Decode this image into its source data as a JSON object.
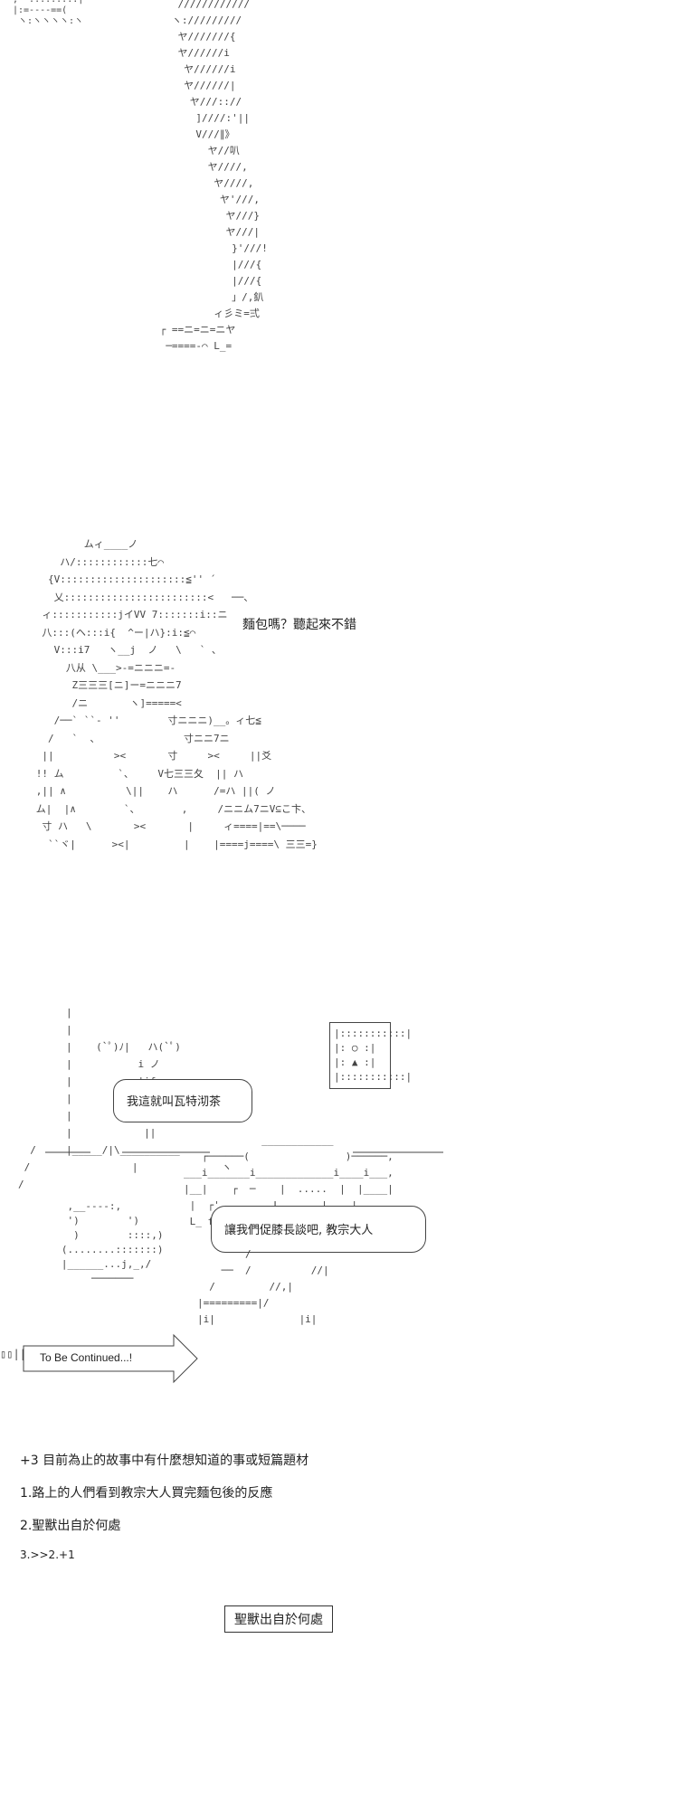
{
  "scene1": {
    "art_legs": "    ////////////\n   ヽ://///////\n    ヤ///////{\n    ヤ//////i\n     ヤ//////i\n     ヤ//////|\n      ヤ///:://\n       ]////:'||\n       V///∥》\n         ヤ//叭\n         ヤ////,\n          ヤ////,\n           ヤ'///,\n            ヤ///}\n            ヤ///|\n             }'///!\n             |///{\n             |///{\n             」/,釟\n          ィ彡ミ=弍\n ┌ ==ニ=ニ=ニヤ\n  ─====-⌒ L_=",
    "art_corner": ",  :.....:.:|\n|:=----==(\n ヽ:ヽヽヽヽ:ヽ"
  },
  "scene2": {
    "art": "              ムィ____ノ\n          ハ/::::::::::::七⌒\n        {V:::::::::::::::::::::≦'' ´\n         乂::::::::::::::::::::::::<   ──、\n       ィ:::::::::::jイVV 7:::::::i::ニ\n       八:::(ヘ:::i{  ^ー|ハ}:i:≦⌒\n         V:::i7   ヽ__j  ノ   \\   ` 、\n           八从 \\___>-=ニニニ=-\n            Z三三三[ニ]ー=ニニニ7\n            /ニ       ヽ]=====<\n         /──` ``- ''        寸ニニニ)__。ィ七≦\n        /   `  、              寸ニニ7ニ\n       ||          ><       寸     ><     ||爻\n      !! ム         `、    V七三三夂  || ハ\n      ,|| ∧          \\||    ハ      /=ハ ||( ノ\n      ム|  |∧        `、       ,     /ニニム7ニV⊆こ卞、\n       寸 ハ   \\       ><       |     ィ====|==\\────\n        ``ヾ|      ><|         |    |====j====\\ 三三=}",
    "speech": "麵包嗎？聽起來不錯"
  },
  "scene3": {
    "art": "        |\n        |\n        |    (`ﾟ)ﾉ|   ハ(`ﾟ)\n        |           i ノ\n        |           |if\n        |           |||\n        |           ||乂\n        |            ||\n  /     |_____/|\\__________\n /                 |              ヽ\n/",
    "bubble1": "我這就叫瓦特沏茶",
    "bubble2": "讓我們促膝長談吧, 教宗大人",
    "frame_art": "|:::::::::::|\n|: ○ :|\n|: ▲ :|\n|:::::::::::|",
    "sofa_art": "                     ____________\n           ┌──────(                )──────,\n        ___i_______i_____________i____i___,\n        |__|    ┌  ─    |  .....  |  |____|\n         |  ┌'         L_______|....|\n         L_ f",
    "chair_art": "    ,__----:,\n    ')        ')\n     )        ::::,)\n   (........:::::::)\n   |______...j,_,/\n        ───────",
    "table_art": "                /\n            ──  /          //|\n          /         //,|\n        |=========|/\n        |i|              |i|",
    "tbc": "To Be Continued...!",
    "tbc_prefix": "▯▯||"
  },
  "notes": {
    "line0": "+3 目前為止的故事中有什麼想知道的事或短篇題材",
    "line1": "1.路上的人們看到教宗大人買完麵包後的反應",
    "line2": "2.聖獸出自於何處",
    "line3": "3.>>2.+1",
    "result": "聖獸出自於何處"
  }
}
